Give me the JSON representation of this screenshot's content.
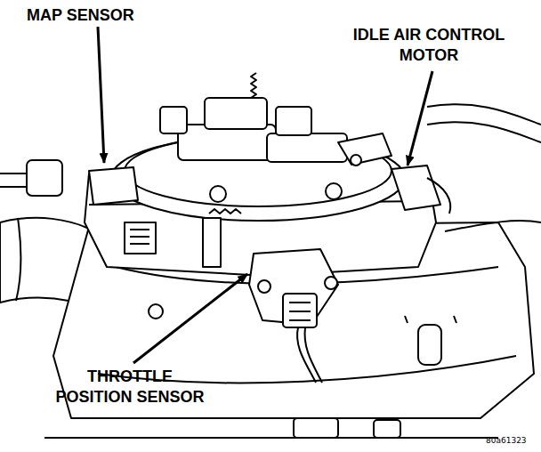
{
  "diagram": {
    "labels": [
      "MAP SENSOR",
      "IDLE AIR CONTROL MOTOR",
      "THROTTLE POSITION SENSOR",
      "80a61323"
    ]
  }
}
